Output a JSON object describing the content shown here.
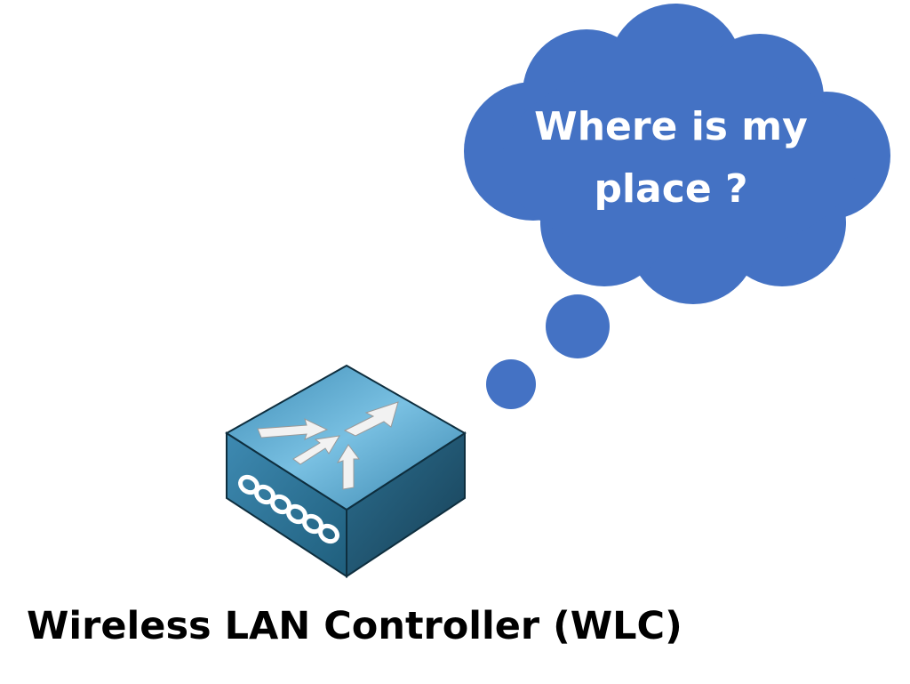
{
  "thought_bubble": {
    "line1": "Where is my",
    "line2": "place ?",
    "fill_color": "#4472C4"
  },
  "device": {
    "icon": "wireless-lan-controller-icon",
    "top_color": "#4E9BC4",
    "side_color": "#2E6F8E"
  },
  "caption": {
    "text": "Wireless LAN Controller (WLC)"
  }
}
